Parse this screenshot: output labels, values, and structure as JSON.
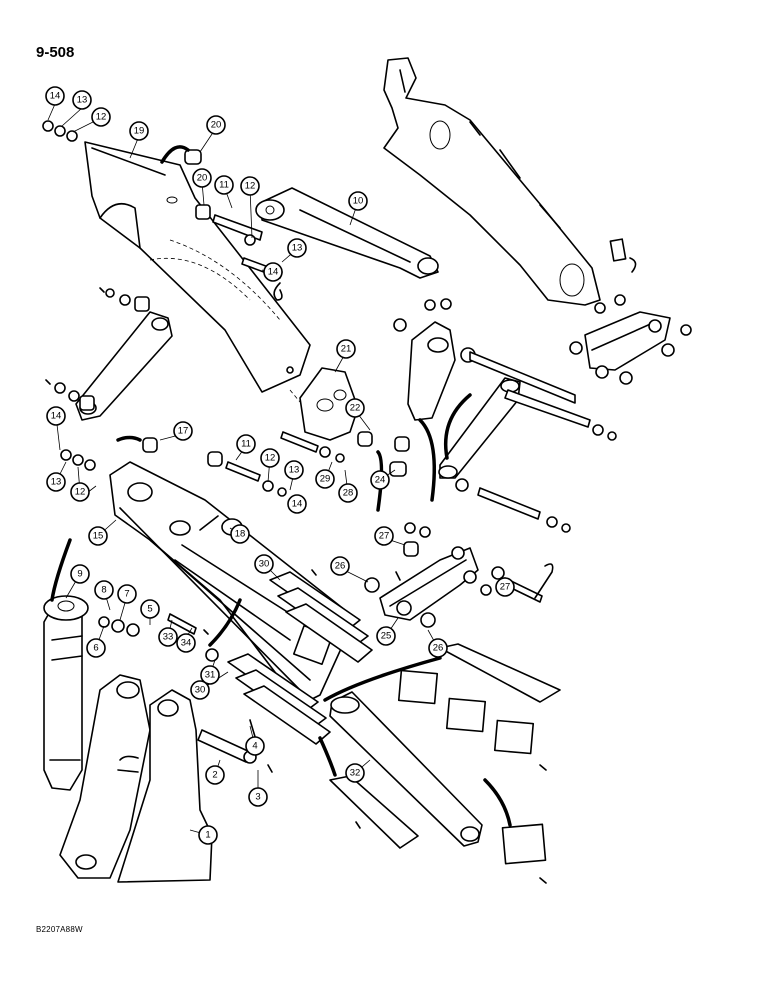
{
  "page_code": "9-508",
  "figure_code": "B2207A88W",
  "callouts": [
    {
      "label": "14"
    },
    {
      "label": "13"
    },
    {
      "label": "12"
    },
    {
      "label": "19"
    },
    {
      "label": "20"
    },
    {
      "label": "20"
    },
    {
      "label": "11"
    },
    {
      "label": "12"
    },
    {
      "label": "10"
    },
    {
      "label": "13"
    },
    {
      "label": "14"
    },
    {
      "label": "21"
    },
    {
      "label": "22"
    },
    {
      "label": "14"
    },
    {
      "label": "17"
    },
    {
      "label": "11"
    },
    {
      "label": "12"
    },
    {
      "label": "13"
    },
    {
      "label": "29"
    },
    {
      "label": "28"
    },
    {
      "label": "24"
    },
    {
      "label": "13"
    },
    {
      "label": "12"
    },
    {
      "label": "14"
    },
    {
      "label": "15"
    },
    {
      "label": "18"
    },
    {
      "label": "27"
    },
    {
      "label": "30"
    },
    {
      "label": "26"
    },
    {
      "label": "9"
    },
    {
      "label": "8"
    },
    {
      "label": "7"
    },
    {
      "label": "5"
    },
    {
      "label": "33"
    },
    {
      "label": "34"
    },
    {
      "label": "6"
    },
    {
      "label": "27"
    },
    {
      "label": "25"
    },
    {
      "label": "26"
    },
    {
      "label": "31"
    },
    {
      "label": "30"
    },
    {
      "label": "4"
    },
    {
      "label": "2"
    },
    {
      "label": "32"
    },
    {
      "label": "3"
    },
    {
      "label": "1"
    }
  ]
}
